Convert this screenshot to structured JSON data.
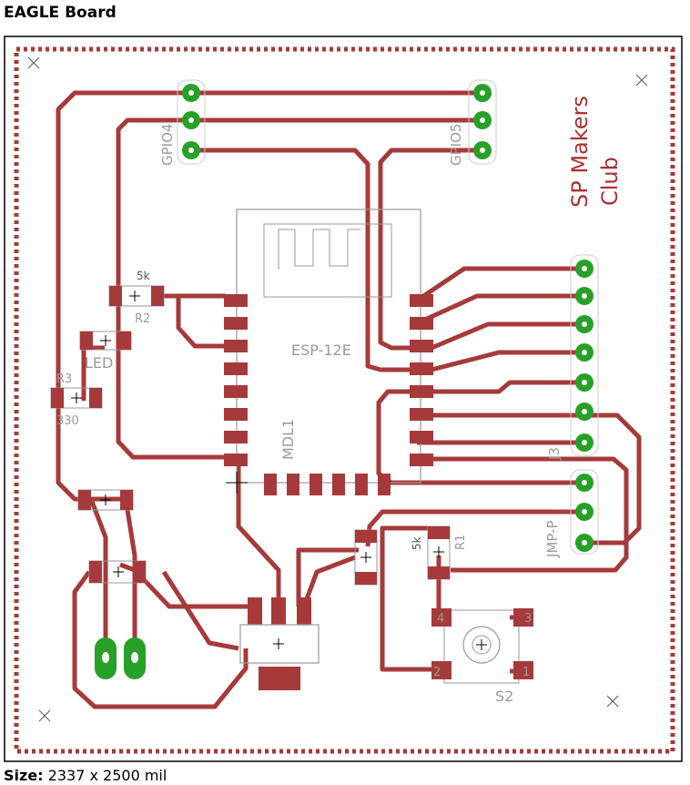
{
  "header": {
    "title": "EAGLE Board"
  },
  "footer": {
    "size_label": "Size:",
    "size_value": "2337 x 2500 mil"
  },
  "colors": {
    "trace": "#a63a3a",
    "pad_green": "#27a027",
    "silk_text": "#a83232",
    "silk_grey": "#9a9a9a",
    "outline": "#000000"
  },
  "board": {
    "org_label": "SP Makers",
    "org_label_2": "Club",
    "header_gpio4": "GPIO4",
    "header_gpio5": "GPIO5",
    "module_name": "ESP-12E",
    "module_ref": "MDL1",
    "r1_value": "5k",
    "r1_ref": "R1",
    "r2_value": "5k",
    "r2_ref": "R2",
    "r3_ref": "R3",
    "r3_value": "330",
    "led_ref": "LED",
    "connector_j3": "J3",
    "connector_jmp": "JMP-P",
    "switch_ref": "S2",
    "switch_pin1": "1",
    "switch_pin2": "2",
    "switch_pin3": "3",
    "switch_pin4": "4"
  }
}
